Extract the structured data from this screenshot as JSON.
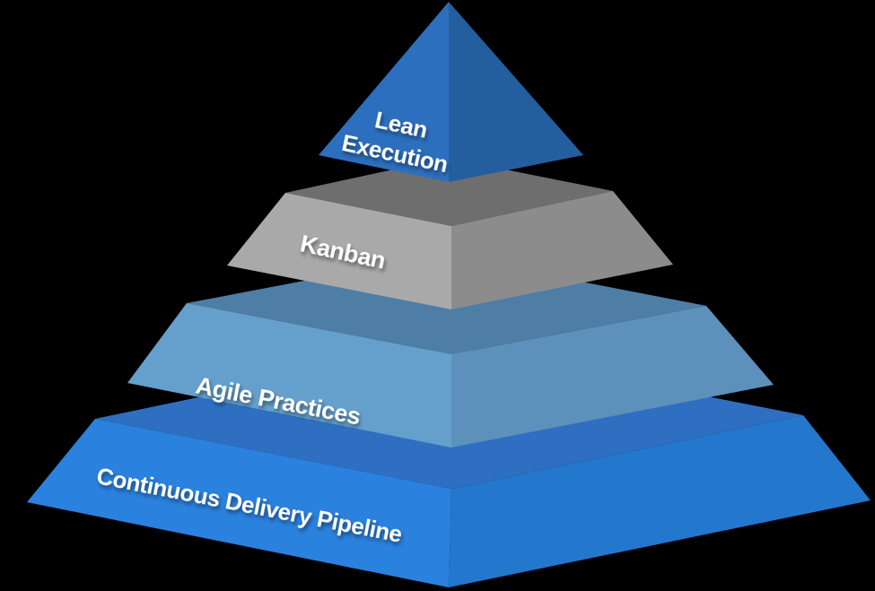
{
  "background_color": "#000000",
  "text_color": "#ffffff",
  "diagram": {
    "type": "layered-3d-pyramid",
    "layer_count": 4
  },
  "layers": [
    {
      "name": "continuous-delivery-pipeline",
      "label": "Continuous Delivery Pipeline",
      "colors": {
        "top": "#2e6fc2",
        "left": "#2a81de",
        "right": "#2377cd"
      }
    },
    {
      "name": "agile-practices",
      "label": "Agile Practices",
      "colors": {
        "top": "#4e7ea6",
        "left": "#65a0cc",
        "right": "#5d90ba"
      }
    },
    {
      "name": "kanban",
      "label": "Kanban",
      "colors": {
        "top": "#6e6e6e",
        "left": "#a9a9a9",
        "right": "#8c8c8c"
      }
    },
    {
      "name": "lean-execution",
      "label": "Lean Execution",
      "label_line1": "Lean",
      "label_line2": "Execution",
      "colors": {
        "left": "#2c6fbe",
        "right": "#235e9f"
      }
    }
  ]
}
